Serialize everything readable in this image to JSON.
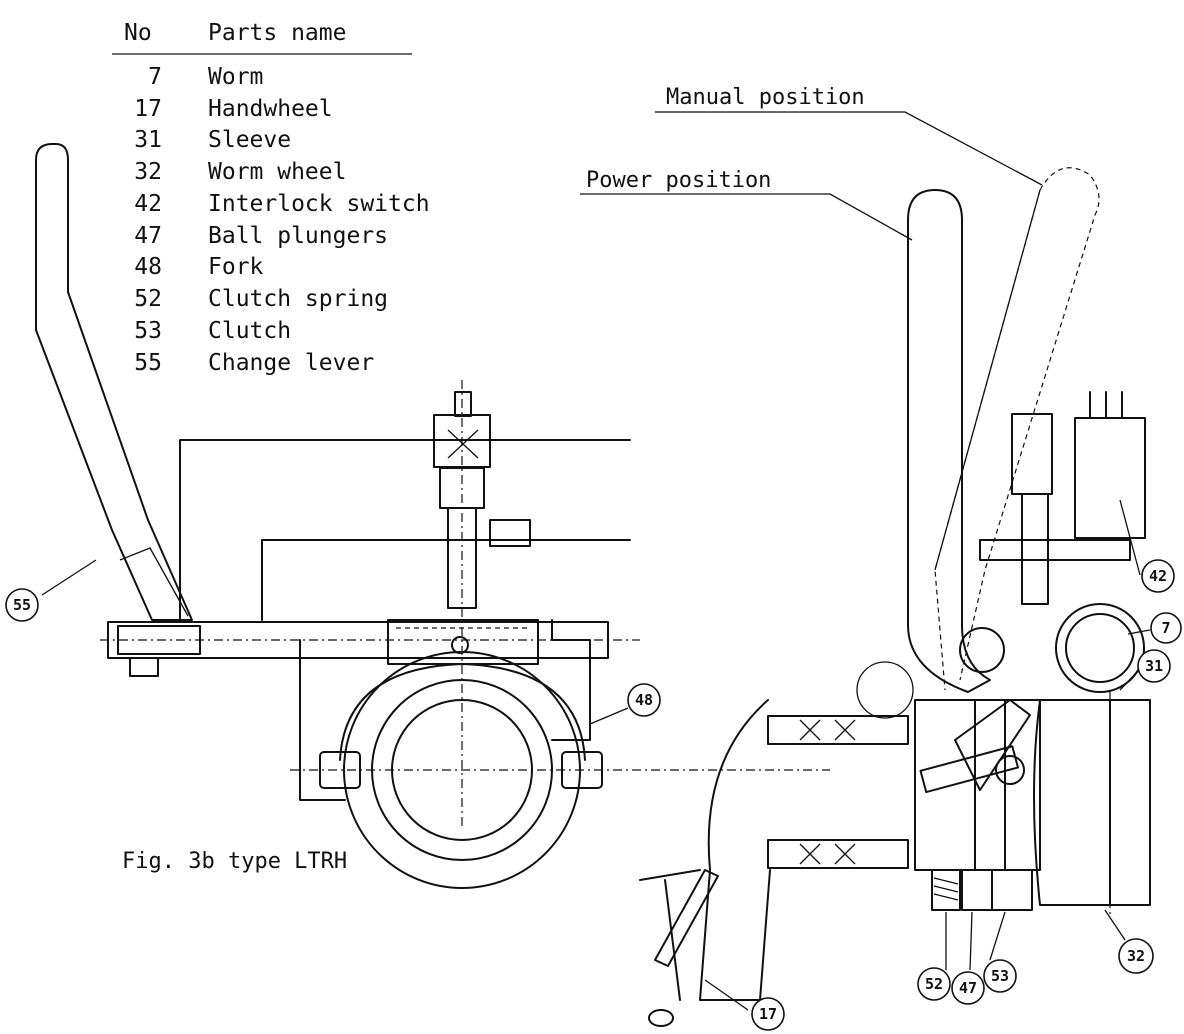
{
  "parts_table": {
    "header_no": "No",
    "header_name": "Parts name",
    "rows": [
      {
        "no": "7",
        "name": "Worm"
      },
      {
        "no": "17",
        "name": "Handwheel"
      },
      {
        "no": "31",
        "name": "Sleeve"
      },
      {
        "no": "32",
        "name": "Worm wheel"
      },
      {
        "no": "42",
        "name": "Interlock switch"
      },
      {
        "no": "47",
        "name": "Ball plungers"
      },
      {
        "no": "48",
        "name": "Fork"
      },
      {
        "no": "52",
        "name": "Clutch spring"
      },
      {
        "no": "53",
        "name": "Clutch"
      },
      {
        "no": "55",
        "name": "Change lever"
      }
    ]
  },
  "labels": {
    "manual_position": "Manual position",
    "power_position": "Power position",
    "caption": "Fig. 3b type LTRH"
  },
  "callouts": {
    "b55": "55",
    "b48": "48",
    "b42": "42",
    "b7": "7",
    "b31": "31",
    "b52": "52",
    "b47": "47",
    "b53": "53",
    "b32": "32",
    "b17": "17"
  }
}
